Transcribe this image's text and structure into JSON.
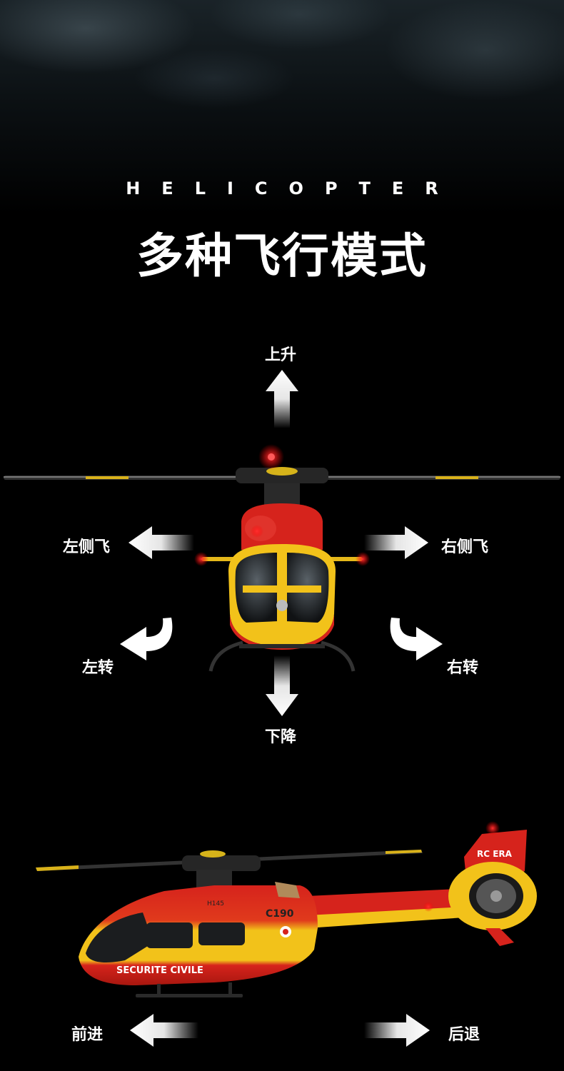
{
  "header": {
    "tagline": "HELICOPTER",
    "title": "多种飞行模式"
  },
  "directions": {
    "up": "上升",
    "down": "下降",
    "left_side": "左侧飞",
    "right_side": "右侧飞",
    "turn_left": "左转",
    "turn_right": "右转",
    "forward": "前进",
    "backward": "后退"
  },
  "helicopter_markings": {
    "brand": "RC ERA",
    "model_code": "C190",
    "model_name": "H145",
    "livery": "SECURITE CIVILE"
  },
  "colors": {
    "background": "#000000",
    "fuselage_red": "#d6231c",
    "fuselage_yellow": "#f2c21a",
    "arrow": "#ffffff"
  }
}
